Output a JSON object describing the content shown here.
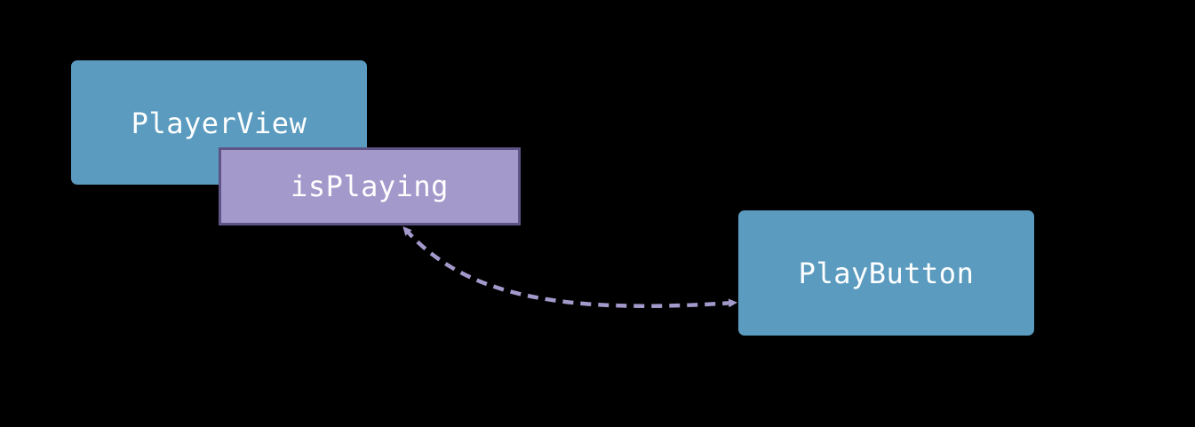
{
  "diagram": {
    "background": "#000000",
    "nodes": {
      "player_view": {
        "label": "PlayerView",
        "color": "#5a9bbf"
      },
      "is_playing": {
        "label": "isPlaying",
        "color": "#a399cb",
        "border_color": "#5e5586"
      },
      "play_button": {
        "label": "PlayButton",
        "color": "#5a9bbf"
      }
    },
    "edges": [
      {
        "from": "is_playing",
        "to": "play_button",
        "style": "dashed",
        "direction": "bidirectional",
        "color": "#a399cb"
      }
    ]
  }
}
